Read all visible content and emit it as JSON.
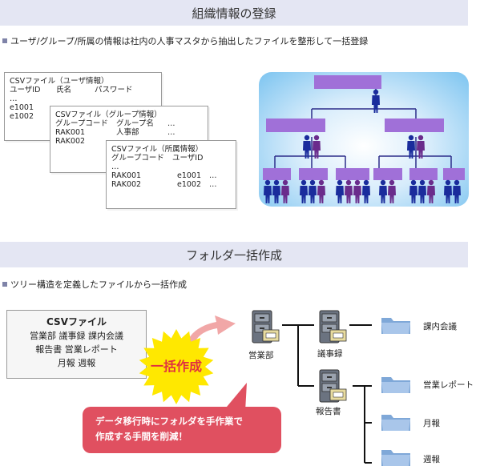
{
  "section1": {
    "title": "組織情報の登録",
    "bullet": "ユーザ/グループ/所属の情報は社内の人事マスタから抽出したファイルを整形して一括登録"
  },
  "csv_cards": [
    {
      "title": "CSVファイル（ユーザ情報）",
      "rows": [
        [
          "ユーザID",
          "氏名",
          "パスワード"
        ],
        [
          "…"
        ],
        [
          "e1001"
        ],
        [
          "e1002"
        ]
      ]
    },
    {
      "title": "CSVファイル（グループ情報）",
      "rows": [
        [
          "グループコード",
          "グループ名",
          "…"
        ],
        [
          "RAK001",
          "人事部",
          "…"
        ],
        [
          "RAK002"
        ]
      ]
    },
    {
      "title": "CSVファイル（所属情報）",
      "rows": [
        [
          "グループコード",
          "ユーザID"
        ],
        [
          "…"
        ],
        [
          "RAK001",
          "e1001",
          "…"
        ],
        [
          "RAK002",
          "e1002",
          "…"
        ]
      ]
    }
  ],
  "section2": {
    "title": "フォルダ一括作成",
    "bullet": "ツリー構造を定義したファイルから一括作成"
  },
  "csv_source": {
    "title": "CSVファイル",
    "lines": [
      "営業部 議事録 課内会議",
      "報告書 営業レポート",
      "月報 週報"
    ]
  },
  "burst_label": "一括作成",
  "callout": {
    "line1": "データ移行時にフォルダを手作業で",
    "line2": "作成する手間を削減！"
  },
  "tree": {
    "cabinet_eigyo": "営業部",
    "cabinet_gijiroku": "議事録",
    "cabinet_houkoku": "報告書",
    "folder_kanai": "課内会議",
    "folder_eigyo_report": "営業レポート",
    "folder_geppo": "月報",
    "folder_shuho": "週報"
  },
  "colors": {
    "header_bg": "#e4e6f3",
    "org_box": "#a070d8",
    "person_blue": "#1a2c9c",
    "person_purple": "#6a2c8c",
    "burst_yellow": "#ffe800",
    "burst_text": "#e03040",
    "callout_red": "#e05060",
    "arrow_pink": "#f1a7a7",
    "folder_blue": "#7fa8d8"
  }
}
